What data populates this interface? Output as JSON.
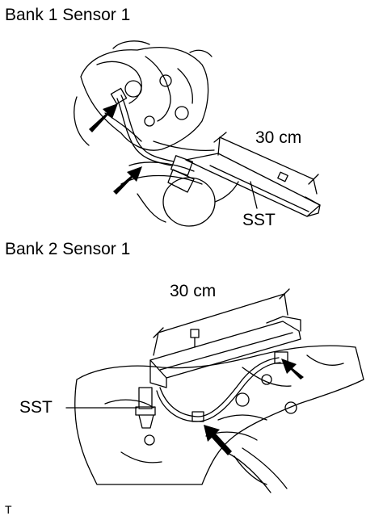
{
  "figure": {
    "top_section": {
      "title": "Bank 1 Sensor 1",
      "dimension": "30 cm",
      "tool_label": "SST"
    },
    "bottom_section": {
      "title": "Bank 2 Sensor 1",
      "dimension": "30 cm",
      "tool_label": "SST"
    },
    "footer_mark": "T"
  }
}
